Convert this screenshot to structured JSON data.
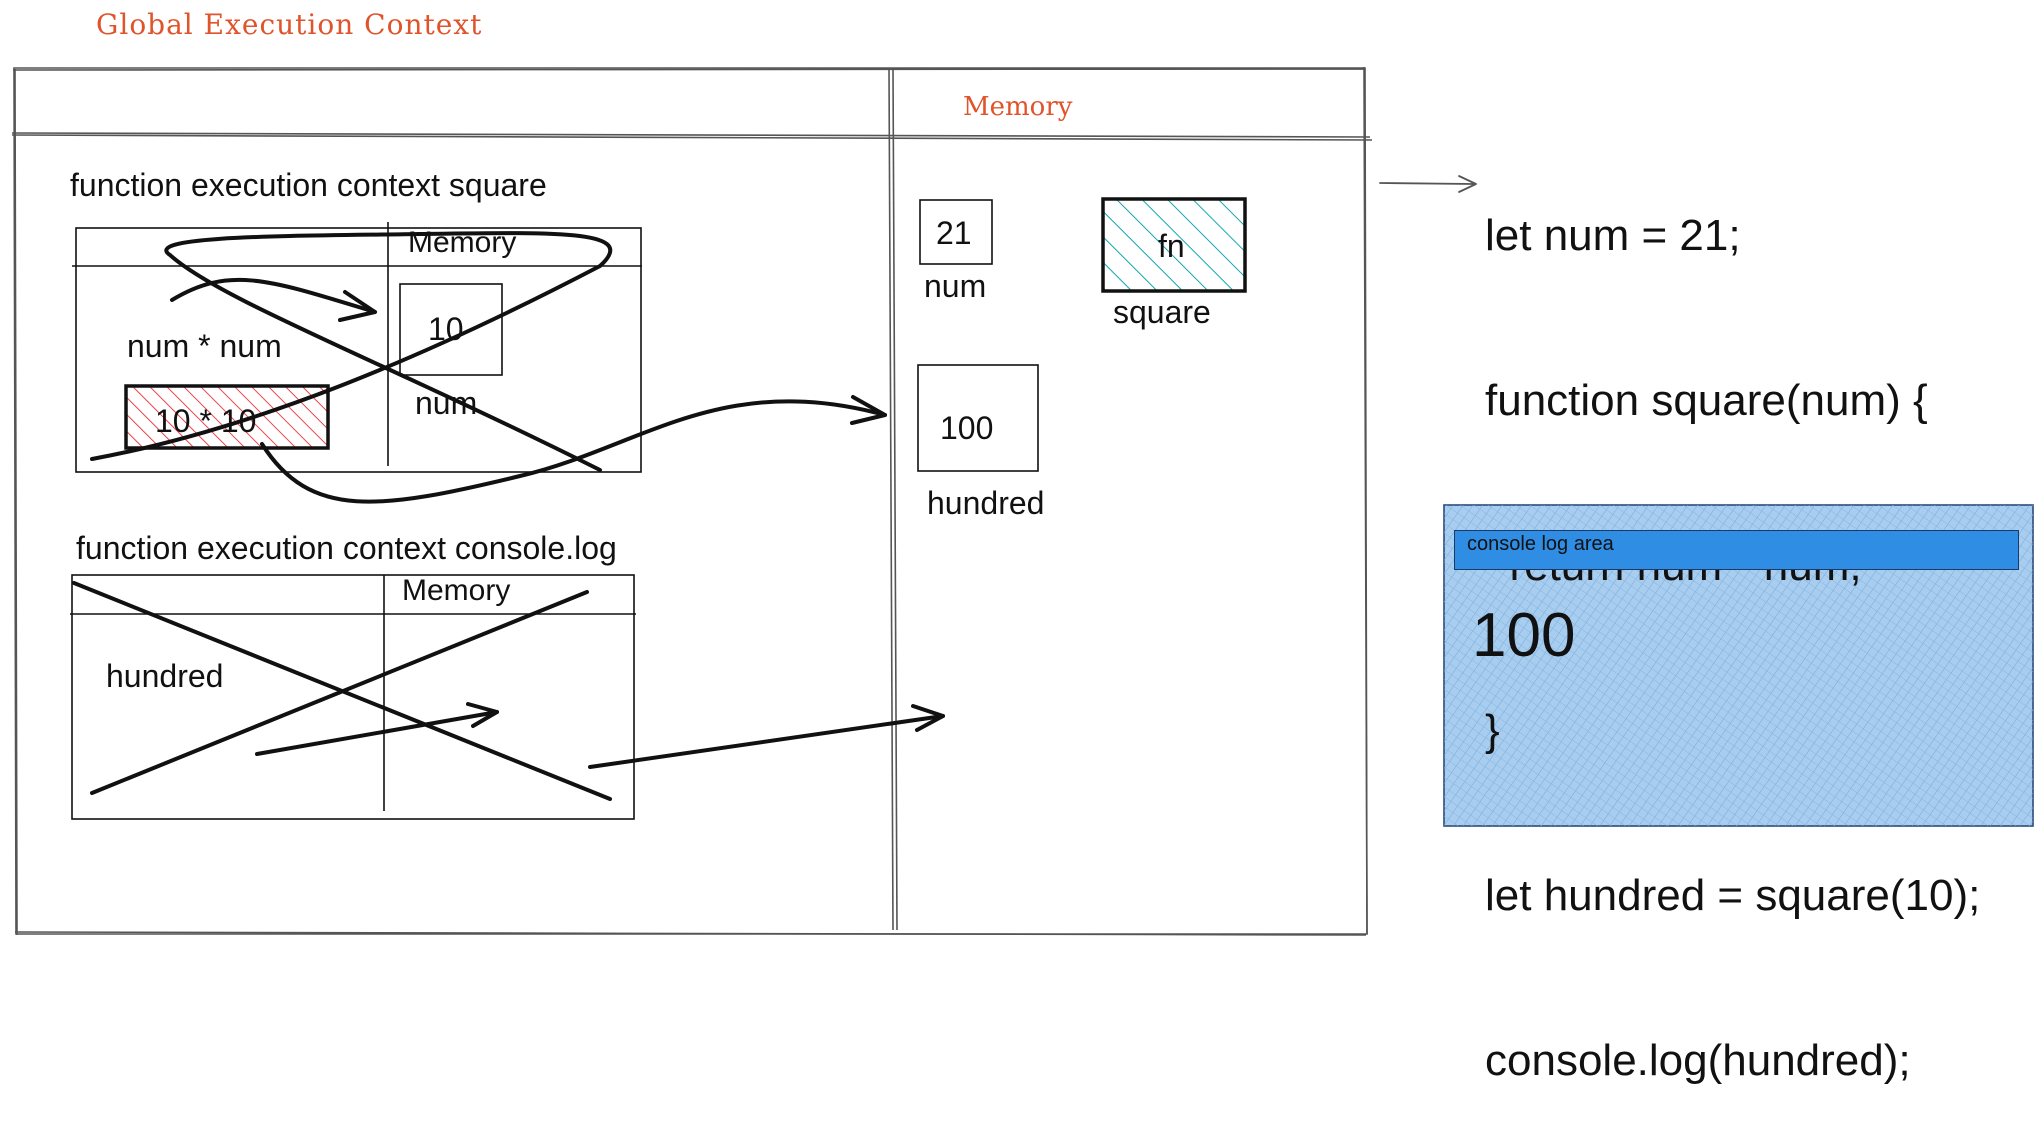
{
  "global_title": "Global Execution Context",
  "global_memory_label": "Memory",
  "square_ctx": {
    "title": "function execution context  square",
    "memory_label": "Memory",
    "expression": "num * num",
    "result_expr": "10 * 10",
    "param_value": "10",
    "param_name": "num"
  },
  "log_ctx": {
    "title": "function execution context  console.log",
    "memory_label": "Memory",
    "arg_name": "hundred"
  },
  "global_memory": {
    "num_value": "21",
    "num_name": "num",
    "square_value": "fn",
    "square_name": "square",
    "hundred_value": "100",
    "hundred_name": "hundred"
  },
  "code_lines": [
    "let num = 21;",
    "function square(num) {",
    "  return num * num;",
    "}",
    "let hundred = square(10);",
    "console.log(hundred);"
  ],
  "console": {
    "title": "console log area",
    "output": "100"
  },
  "colors": {
    "title_hand": "#e0542c",
    "fn_hatch": "#12a6b0",
    "result_hatch": "#e8454a",
    "console_bg": "#a9cdee",
    "console_bar": "#2f8de4"
  },
  "icons": [
    "arrow-icon"
  ]
}
